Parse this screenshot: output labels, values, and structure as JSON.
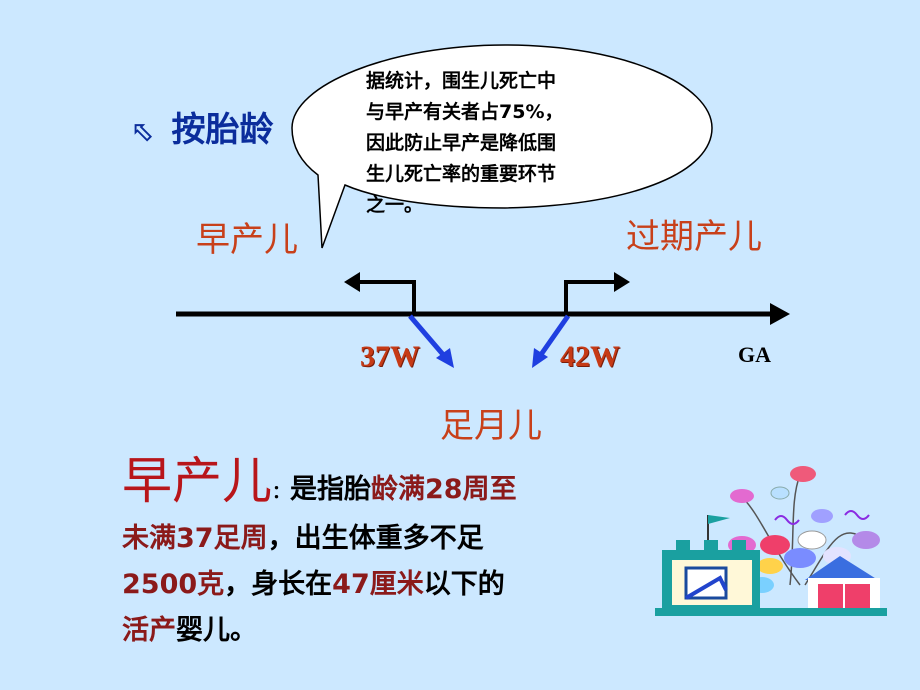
{
  "title": {
    "icon": "hollow-arrow-bullet-icon",
    "text": "按胎龄"
  },
  "callout": {
    "lines": [
      "据统计，围生儿死亡中",
      "与早产有关者占75%，",
      "因此防止早产是降低围",
      "生儿死亡率的重要环节",
      "之一。"
    ]
  },
  "diagram": {
    "preterm_label": "早产儿",
    "postterm_label": "过期产儿",
    "term_label": "足月儿",
    "week_37": "37W",
    "week_42": "42W",
    "axis_label": "GA"
  },
  "definition": {
    "term": "早产儿",
    "colon": "：",
    "p1": "是指胎",
    "h1": "龄满28周至",
    "h2": "未满37足周",
    "p2": "，出生体重多不足",
    "h3": "2500克",
    "p3": "，身长在",
    "h4": "47厘米",
    "p4": "以下的",
    "h5": "活产",
    "p5": "婴儿。"
  },
  "colors": {
    "background": "#cce8ff",
    "title": "#0b2d9c",
    "red_label": "#c8401a",
    "arrow_blue": "#1f3fe0",
    "highlight": "#8b1a1a"
  },
  "clipart": {
    "icon": "house-with-balloons-icon"
  }
}
